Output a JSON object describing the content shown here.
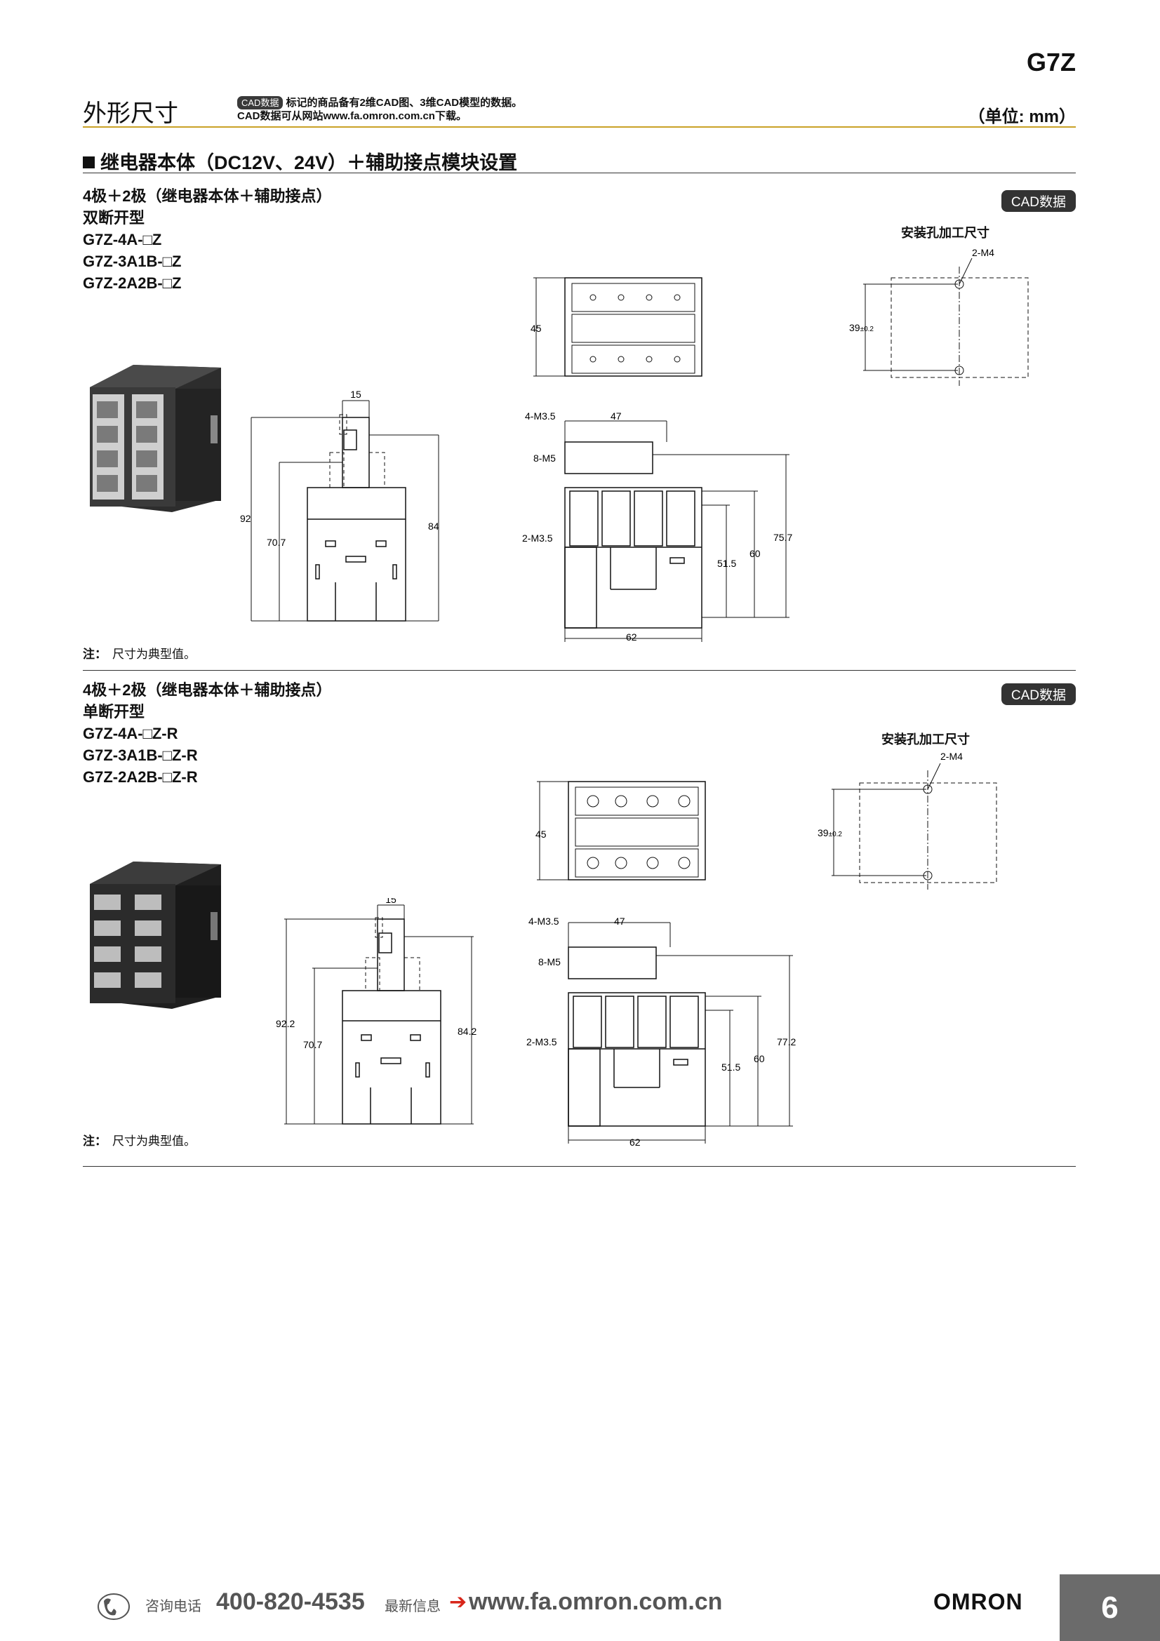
{
  "header": {
    "series": "G7Z",
    "section_title": "外形尺寸",
    "cad_badge_small": "CAD数据",
    "cad_note_line1": "标记的商品备有2维CAD图、3维CAD模型的数据。",
    "cad_note_line2": "CAD数据可从网站www.fa.omron.com.cn下载。",
    "unit": "（单位: mm）"
  },
  "subsection_title": "继电器本体（DC12V、24V）＋辅助接点模块设置",
  "blocks": [
    {
      "title_lines": [
        "4极＋2极（继电器本体＋辅助接点）",
        "双断开型",
        "G7Z-4A-□Z",
        "G7Z-3A1B-□Z",
        "G7Z-2A2B-□Z"
      ],
      "cad_badge": "CAD数据",
      "mount_title": "安装孔加工尺寸",
      "dims": {
        "top_width": "15",
        "height_total": "92",
        "height_body": "70.7",
        "height_side": "84",
        "top_view_h": "45",
        "screw_a": "4-M3.5",
        "screw_b": "8-M5",
        "screw_c": "2-M3.5",
        "width_47": "47",
        "width_62": "62",
        "h_515": "51.5",
        "h_60": "60",
        "h_front": "75.7",
        "mount_screw": "2-M4",
        "mount_pitch": "39",
        "mount_tol": "±0.2"
      },
      "note_label": "注：",
      "note_text": "尺寸为典型值。"
    },
    {
      "title_lines": [
        "4极＋2极（继电器本体＋辅助接点）",
        "单断开型",
        "G7Z-4A-□Z-R",
        "G7Z-3A1B-□Z-R",
        "G7Z-2A2B-□Z-R"
      ],
      "cad_badge": "CAD数据",
      "mount_title": "安装孔加工尺寸",
      "dims": {
        "top_width": "15",
        "height_total": "92.2",
        "height_body": "70.7",
        "height_side": "84.2",
        "top_view_h": "45",
        "screw_a": "4-M3.5",
        "screw_b": "8-M5",
        "screw_c": "2-M3.5",
        "width_47": "47",
        "width_62": "62",
        "h_515": "51.5",
        "h_60": "60",
        "h_front": "77.2",
        "mount_screw": "2-M4",
        "mount_pitch": "39",
        "mount_tol": "±0.2"
      },
      "note_label": "注：",
      "note_text": "尺寸为典型值。"
    }
  ],
  "footer": {
    "phone_label": "咨询电话",
    "phone": "400-820-4535",
    "news_label": "最新信息",
    "arrow": "➔",
    "url": "www.fa.omron.com.cn",
    "brand": "OMRON",
    "page": "6",
    "icon": "phone-icon"
  }
}
